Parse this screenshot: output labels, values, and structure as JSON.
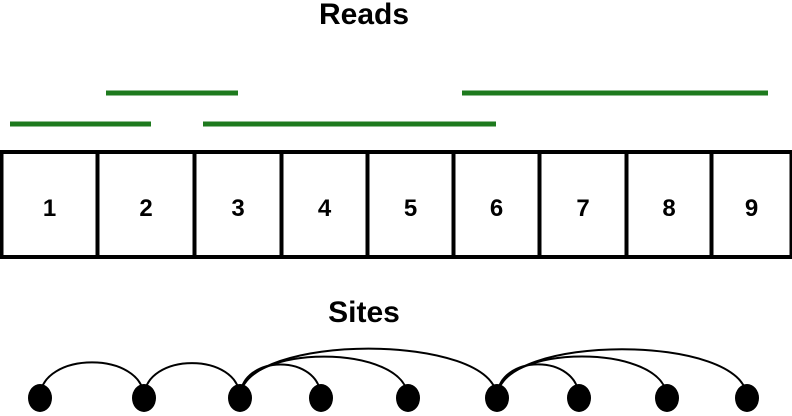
{
  "reads_heading": "Reads",
  "sites_heading": "Sites",
  "colors": {
    "read": "#1e7a1e",
    "outline": "#000000"
  },
  "cells": [
    "1",
    "2",
    "3",
    "4",
    "5",
    "6",
    "7",
    "8",
    "9"
  ],
  "reads": [
    {
      "from": 2,
      "to": 3,
      "row": "upper"
    },
    {
      "from": 6,
      "to": 9,
      "row": "upper"
    },
    {
      "from": 1,
      "to": 2,
      "row": "lower"
    },
    {
      "from": 3,
      "to": 6,
      "row": "lower"
    }
  ],
  "site_nodes": [
    1,
    2,
    3,
    4,
    5,
    6,
    7,
    8,
    9
  ],
  "site_links": [
    [
      1,
      2
    ],
    [
      2,
      3
    ],
    [
      3,
      4
    ],
    [
      3,
      5
    ],
    [
      3,
      6
    ],
    [
      6,
      7
    ],
    [
      6,
      8
    ],
    [
      6,
      9
    ]
  ]
}
